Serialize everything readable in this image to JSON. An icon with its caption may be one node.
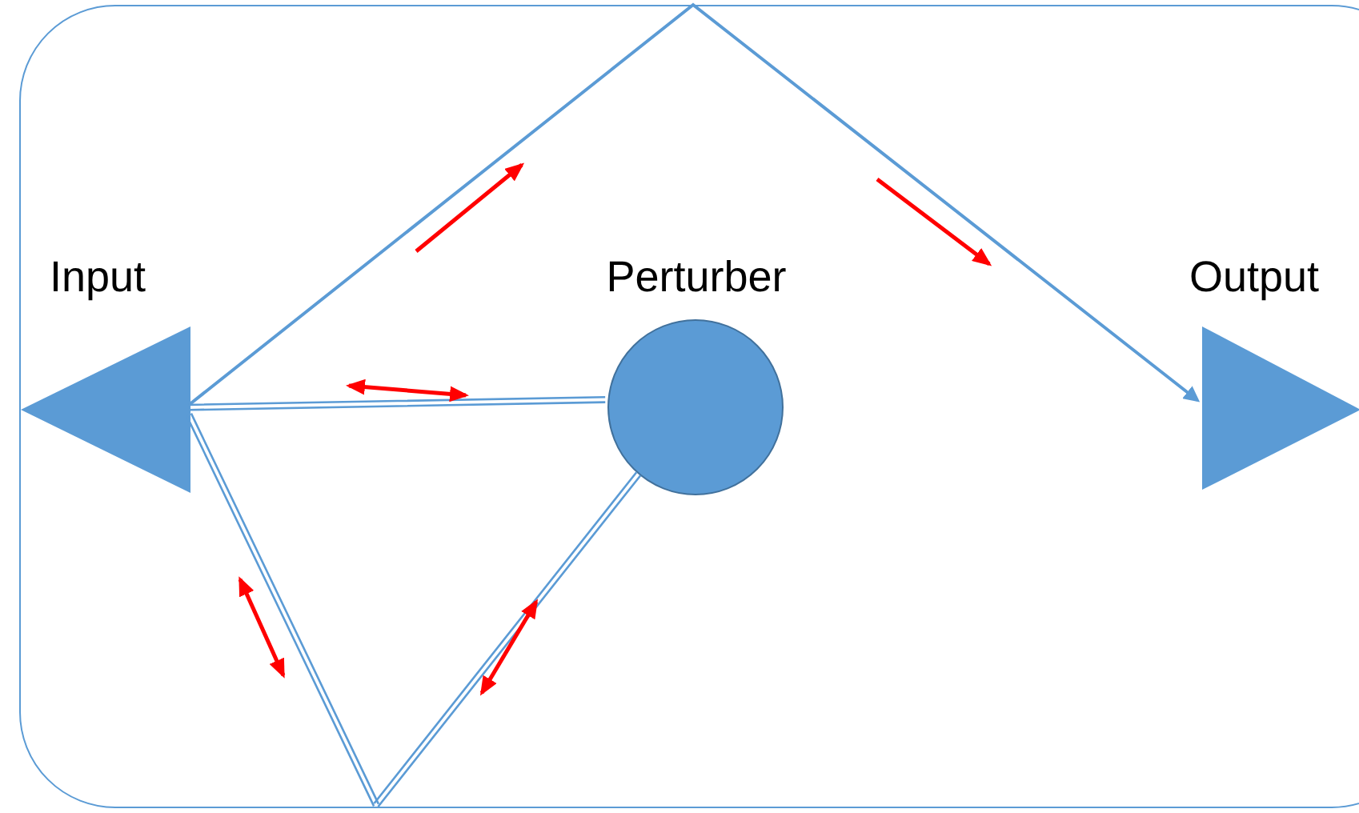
{
  "diagram": {
    "nodes": [
      {
        "text": [],
        "shape": "box"
      },
      {
        "text": [
          "Input"
        ],
        "in": 0
      },
      {
        "text": [
          "Perturber"
        ],
        "in": 0
      },
      {
        "text": [
          "Output"
        ],
        "in": 0
      }
    ],
    "edges": [
      {
        "from": 1,
        "to": 3,
        "arrow": "to"
      },
      {
        "from": 1,
        "to": 2,
        "arrow": "none"
      },
      {
        "from": 2,
        "to": 1,
        "arrow": "none"
      }
    ]
  }
}
